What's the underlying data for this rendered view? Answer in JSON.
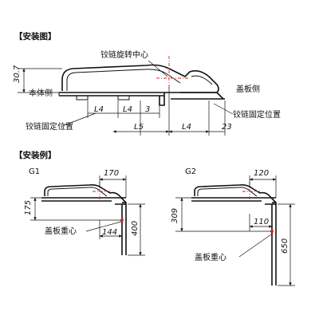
{
  "install_diagram": {
    "heading": "【安装图】",
    "label_hinge_center": "铰链旋转中心",
    "label_body_side": "本体侧",
    "label_cover_side": "盖板侧",
    "label_hinge_pos_left": "铰链固定位置",
    "label_hinge_pos_right": "铰链固定位置",
    "dims": {
      "height": "30.7",
      "l4_a": "L4",
      "l4_b": "L4",
      "three": "3",
      "l5": "L5",
      "l4_c": "L4",
      "twentythree": "23"
    }
  },
  "install_examples": {
    "heading": "【安装例】",
    "g1": {
      "name": "G1",
      "dim_top": "170",
      "dim_left": "175",
      "dim_offset": "144",
      "dim_right": "400",
      "label_cog": "盖板重心"
    },
    "g2": {
      "name": "G2",
      "dim_top": "120",
      "dim_left": "309",
      "dim_offset": "110",
      "dim_right": "650",
      "label_cog": "盖板重心"
    }
  }
}
